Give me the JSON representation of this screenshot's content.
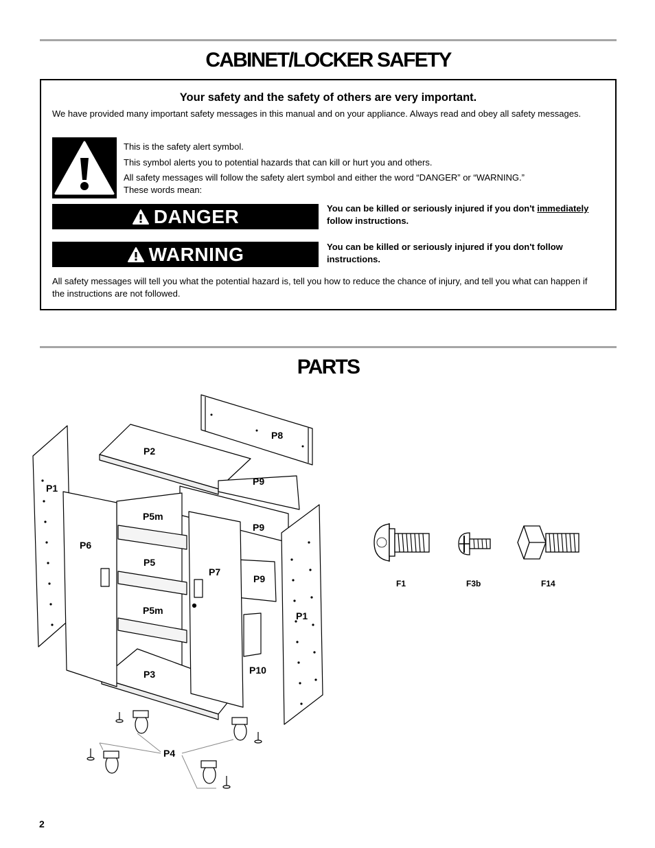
{
  "safety_section": {
    "title": "CABINET/LOCKER SAFETY",
    "heading": "Your safety and the safety of others are very important.",
    "intro": "We have provided many important safety messages in this manual and on your appliance. Always read and obey all safety messages.",
    "alert_lines": [
      "This is the safety alert symbol.",
      "This symbol alerts you to potential hazards that can kill or hurt you and others.",
      "All safety messages will follow the safety alert symbol and either the word “DANGER” or “WARNING.”",
      "These words mean:"
    ],
    "danger": {
      "label": "DANGER",
      "text_before": "You can be killed or seriously injured if you don't ",
      "text_emphasis": "immediately",
      "text_after": " follow instructions."
    },
    "warning": {
      "label": "WARNING",
      "text": "You can be killed or seriously injured if you don't follow instructions."
    },
    "footer": "All safety messages will tell you what the potential hazard is, tell you how to reduce the chance of injury, and tell you what can happen if the instructions are not followed."
  },
  "parts_section": {
    "title": "PARTS",
    "part_labels": {
      "p1_left": "P1",
      "p1_right": "P1",
      "p2": "P2",
      "p3": "P3",
      "p4": "P4",
      "p5": "P5",
      "p5m_top": "P5m",
      "p5m_bottom": "P5m",
      "p6": "P6",
      "p7": "P7",
      "p8": "P8",
      "p9_a": "P9",
      "p9_b": "P9",
      "p9_c": "P9",
      "p10": "P10"
    },
    "fasteners": [
      "F1",
      "F3b",
      "F14"
    ]
  },
  "page_number": "2"
}
